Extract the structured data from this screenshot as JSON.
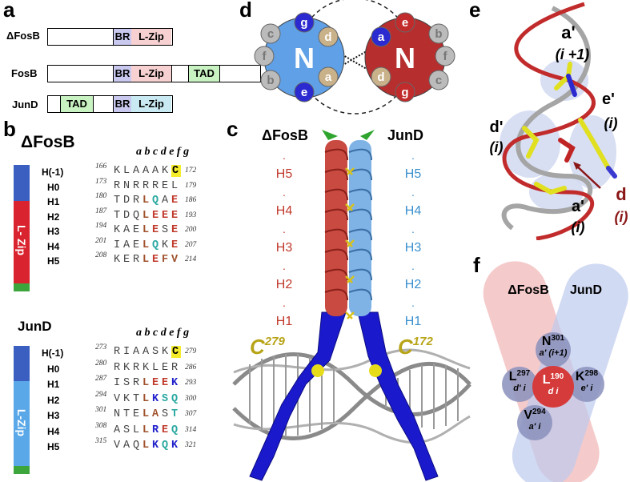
{
  "panel_labels": {
    "a": "a",
    "b": "b",
    "c": "c",
    "d": "d",
    "e": "e",
    "f": "f"
  },
  "panel_a": {
    "rows": [
      {
        "name": "ΔFosB",
        "segments": [
          {
            "label": "BR",
            "color": "#c9c9f0"
          },
          {
            "label": "L-Zip",
            "color": "#f7d1d1"
          }
        ]
      },
      {
        "name": "FosB",
        "segments": [
          {
            "label": "BR",
            "color": "#c9c9f0"
          },
          {
            "label": "L-Zip",
            "color": "#f7d1d1"
          },
          {
            "label": "TAD",
            "color": "#c9f2c2"
          }
        ]
      },
      {
        "name": "JunD",
        "segments": [
          {
            "label": "TAD",
            "color": "#c9f2c2"
          },
          {
            "label": "BR",
            "color": "#c9c9f0"
          },
          {
            "label": "L-Zip",
            "color": "#c9eaf2"
          }
        ]
      }
    ]
  },
  "panel_b": {
    "heptad_header": "a b c d e f g",
    "fosb": {
      "title": "ΔFosB",
      "bar_label": "L- Zip",
      "rows": [
        {
          "label": "H(-1)",
          "start": "166",
          "seq": [
            "K",
            "L",
            "A",
            "A",
            "A",
            "K",
            "C"
          ],
          "end": "172"
        },
        {
          "label": "H0",
          "start": "173",
          "seq": [
            "R",
            "N",
            "R",
            "R",
            "R",
            "E",
            "L"
          ],
          "end": "179"
        },
        {
          "label": "H1",
          "start": "180",
          "seq": [
            "T",
            "D",
            "R",
            "L",
            "Q",
            "A",
            "E"
          ],
          "end": "186"
        },
        {
          "label": "H2",
          "start": "187",
          "seq": [
            "T",
            "D",
            "Q",
            "L",
            "E",
            "E",
            "E"
          ],
          "end": "193"
        },
        {
          "label": "H3",
          "start": "194",
          "seq": [
            "K",
            "A",
            "E",
            "L",
            "E",
            "S",
            "E"
          ],
          "end": "200"
        },
        {
          "label": "H4",
          "start": "201",
          "seq": [
            "I",
            "A",
            "E",
            "L",
            "Q",
            "K",
            "E"
          ],
          "end": "207"
        },
        {
          "label": "H5",
          "start": "208",
          "seq": [
            "K",
            "E",
            "R",
            "L",
            "E",
            "F",
            "V"
          ],
          "end": "214"
        }
      ]
    },
    "jund": {
      "title": "JunD",
      "bar_label": "L-Zip",
      "rows": [
        {
          "label": "H(-1)",
          "start": "273",
          "seq": [
            "R",
            "I",
            "A",
            "A",
            "S",
            "K",
            "C"
          ],
          "end": "279"
        },
        {
          "label": "H0",
          "start": "280",
          "seq": [
            "R",
            "K",
            "R",
            "K",
            "L",
            "E",
            "R"
          ],
          "end": "286"
        },
        {
          "label": "H1",
          "start": "287",
          "seq": [
            "I",
            "S",
            "R",
            "L",
            "E",
            "E",
            "K"
          ],
          "end": "293"
        },
        {
          "label": "H2",
          "start": "294",
          "seq": [
            "V",
            "K",
            "T",
            "L",
            "K",
            "S",
            "Q"
          ],
          "end": "300"
        },
        {
          "label": "H3",
          "start": "301",
          "seq": [
            "N",
            "T",
            "E",
            "L",
            "A",
            "S",
            "T"
          ],
          "end": "307"
        },
        {
          "label": "H4",
          "start": "308",
          "seq": [
            "A",
            "S",
            "L",
            "L",
            "R",
            "E",
            "Q"
          ],
          "end": "314"
        },
        {
          "label": "H5",
          "start": "315",
          "seq": [
            "V",
            "A",
            "Q",
            "L",
            "K",
            "Q",
            "K"
          ],
          "end": "321"
        }
      ]
    }
  },
  "panel_c": {
    "left_title": "ΔFosB",
    "right_title": "JunD",
    "heptads": [
      "H5",
      "H4",
      "H3",
      "H2",
      "H1"
    ],
    "cys_left": "C",
    "cys_left_num": "279",
    "cys_right": "C",
    "cys_right_num": "172"
  },
  "panel_d": {
    "left": {
      "center": "N",
      "positions": [
        "g",
        "c",
        "f",
        "b",
        "e",
        "a",
        "d"
      ]
    },
    "right": {
      "center": "N",
      "positions": [
        "e",
        "b",
        "f",
        "c",
        "g",
        "d",
        "a"
      ]
    }
  },
  "panel_e": {
    "labels": [
      "a'",
      "(i +1)",
      "e'",
      "(i)",
      "d'",
      "(i)",
      "a'",
      "(i)",
      "d",
      "(i)"
    ]
  },
  "panel_f": {
    "left_title": "ΔFosB",
    "right_title": "JunD",
    "residues": [
      {
        "res": "N",
        "num": "301",
        "sub": "a' (i+1)"
      },
      {
        "res": "L",
        "num": "297",
        "sub": "d' i"
      },
      {
        "res": "L",
        "num": "190",
        "sub": "d  i"
      },
      {
        "res": "K",
        "num": "298",
        "sub": "e' i"
      },
      {
        "res": "V",
        "num": "294",
        "sub": "a' i"
      }
    ]
  }
}
